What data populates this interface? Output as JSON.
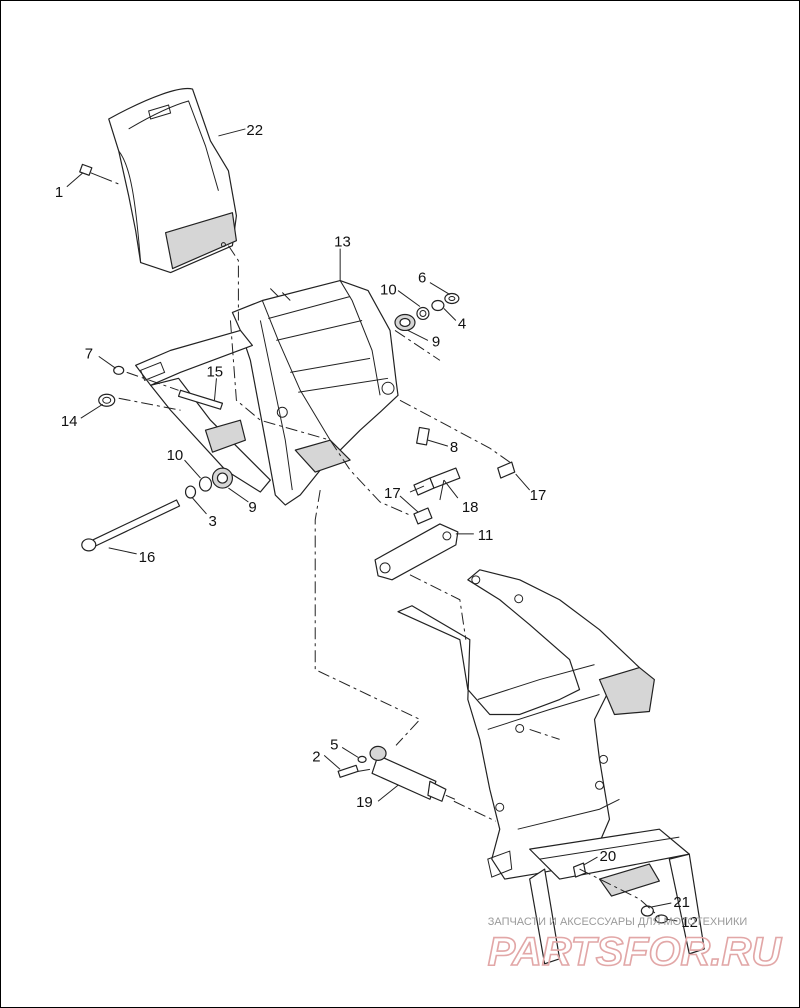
{
  "callouts": {
    "c1": "1",
    "c2": "2",
    "c3": "3",
    "c4": "4",
    "c5": "5",
    "c6": "6",
    "c7": "7",
    "c8": "8",
    "c9a": "9",
    "c9b": "9",
    "c10a": "10",
    "c10b": "10",
    "c11": "11",
    "c12": "12",
    "c13": "13",
    "c14": "14",
    "c15": "15",
    "c16": "16",
    "c17a": "17",
    "c17b": "17",
    "c18": "18",
    "c19": "19",
    "c20": "20",
    "c21": "21",
    "c22": "22"
  },
  "watermark": {
    "caption": "ЗАПЧАСТИ И АКСЕССУАРЫ ДЛЯ МОТОТЕХНИКИ",
    "logo_text": "PARTSFOR.RU"
  },
  "colors": {
    "line": "#222222",
    "shade": "#d6d6d6",
    "watermark": "#e2a7a7"
  }
}
